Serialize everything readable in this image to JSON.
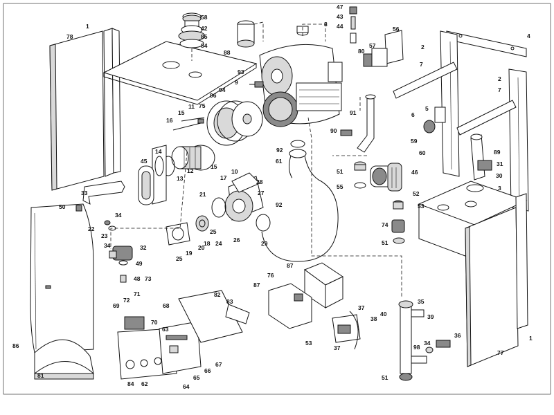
{
  "labels": [
    {
      "id": "78",
      "text": "78"
    },
    {
      "id": "1a",
      "text": "1"
    },
    {
      "id": "58",
      "text": "58"
    },
    {
      "id": "42",
      "text": "42"
    },
    {
      "id": "85",
      "text": "85"
    },
    {
      "id": "84a",
      "text": "84"
    },
    {
      "id": "8",
      "text": "8"
    },
    {
      "id": "88",
      "text": "88"
    },
    {
      "id": "47",
      "text": "47"
    },
    {
      "id": "43",
      "text": "43"
    },
    {
      "id": "44",
      "text": "44"
    },
    {
      "id": "56",
      "text": "56"
    },
    {
      "id": "80",
      "text": "80"
    },
    {
      "id": "57",
      "text": "57"
    },
    {
      "id": "4",
      "text": "4"
    },
    {
      "id": "2a",
      "text": "2"
    },
    {
      "id": "7a",
      "text": "7"
    },
    {
      "id": "93",
      "text": "93"
    },
    {
      "id": "9",
      "text": "9"
    },
    {
      "id": "94",
      "text": "94"
    },
    {
      "id": "75",
      "text": "75"
    },
    {
      "id": "96",
      "text": "96"
    },
    {
      "id": "11",
      "text": "11"
    },
    {
      "id": "15a",
      "text": "15"
    },
    {
      "id": "16",
      "text": "16"
    },
    {
      "id": "2b",
      "text": "2"
    },
    {
      "id": "7b",
      "text": "7"
    },
    {
      "id": "91",
      "text": "91"
    },
    {
      "id": "5",
      "text": "5"
    },
    {
      "id": "6",
      "text": "6"
    },
    {
      "id": "90",
      "text": "90"
    },
    {
      "id": "59",
      "text": "59"
    },
    {
      "id": "60",
      "text": "60"
    },
    {
      "id": "89",
      "text": "89"
    },
    {
      "id": "92a",
      "text": "92"
    },
    {
      "id": "61",
      "text": "61"
    },
    {
      "id": "45",
      "text": "45"
    },
    {
      "id": "14",
      "text": "14"
    },
    {
      "id": "12",
      "text": "12"
    },
    {
      "id": "13",
      "text": "13"
    },
    {
      "id": "10",
      "text": "10"
    },
    {
      "id": "17",
      "text": "17"
    },
    {
      "id": "15b",
      "text": "15"
    },
    {
      "id": "51a",
      "text": "51"
    },
    {
      "id": "46",
      "text": "46"
    },
    {
      "id": "31",
      "text": "31"
    },
    {
      "id": "30",
      "text": "30"
    },
    {
      "id": "55",
      "text": "55"
    },
    {
      "id": "3",
      "text": "3"
    },
    {
      "id": "28",
      "text": "28"
    },
    {
      "id": "27",
      "text": "27"
    },
    {
      "id": "52",
      "text": "52"
    },
    {
      "id": "53a",
      "text": "53"
    },
    {
      "id": "33",
      "text": "33"
    },
    {
      "id": "21",
      "text": "21"
    },
    {
      "id": "92b",
      "text": "92"
    },
    {
      "id": "50",
      "text": "50"
    },
    {
      "id": "34a",
      "text": "34"
    },
    {
      "id": "22",
      "text": "22"
    },
    {
      "id": "23",
      "text": "23"
    },
    {
      "id": "74",
      "text": "74"
    },
    {
      "id": "25a",
      "text": "25"
    },
    {
      "id": "34b",
      "text": "34"
    },
    {
      "id": "32",
      "text": "32"
    },
    {
      "id": "19",
      "text": "19"
    },
    {
      "id": "20",
      "text": "20"
    },
    {
      "id": "18",
      "text": "18"
    },
    {
      "id": "24",
      "text": "24"
    },
    {
      "id": "26",
      "text": "26"
    },
    {
      "id": "29",
      "text": "29"
    },
    {
      "id": "51b",
      "text": "51"
    },
    {
      "id": "25b",
      "text": "25"
    },
    {
      "id": "49",
      "text": "49"
    },
    {
      "id": "87a",
      "text": "87"
    },
    {
      "id": "48",
      "text": "48"
    },
    {
      "id": "73",
      "text": "73"
    },
    {
      "id": "76",
      "text": "76"
    },
    {
      "id": "87b",
      "text": "87"
    },
    {
      "id": "82",
      "text": "82"
    },
    {
      "id": "83",
      "text": "83"
    },
    {
      "id": "71",
      "text": "71"
    },
    {
      "id": "72",
      "text": "72"
    },
    {
      "id": "68",
      "text": "68"
    },
    {
      "id": "69",
      "text": "69"
    },
    {
      "id": "37a",
      "text": "37"
    },
    {
      "id": "35",
      "text": "35"
    },
    {
      "id": "40",
      "text": "40"
    },
    {
      "id": "38",
      "text": "38"
    },
    {
      "id": "39",
      "text": "39"
    },
    {
      "id": "70",
      "text": "70"
    },
    {
      "id": "63",
      "text": "63"
    },
    {
      "id": "86",
      "text": "86"
    },
    {
      "id": "53b",
      "text": "53"
    },
    {
      "id": "37b",
      "text": "37"
    },
    {
      "id": "36",
      "text": "36"
    },
    {
      "id": "1b",
      "text": "1"
    },
    {
      "id": "98",
      "text": "98"
    },
    {
      "id": "34c",
      "text": "34"
    },
    {
      "id": "67",
      "text": "67"
    },
    {
      "id": "66",
      "text": "66"
    },
    {
      "id": "77",
      "text": "77"
    },
    {
      "id": "81",
      "text": "81"
    },
    {
      "id": "65",
      "text": "65"
    },
    {
      "id": "84b",
      "text": "84"
    },
    {
      "id": "62",
      "text": "62"
    },
    {
      "id": "64",
      "text": "64"
    },
    {
      "id": "51c",
      "text": "51"
    }
  ]
}
